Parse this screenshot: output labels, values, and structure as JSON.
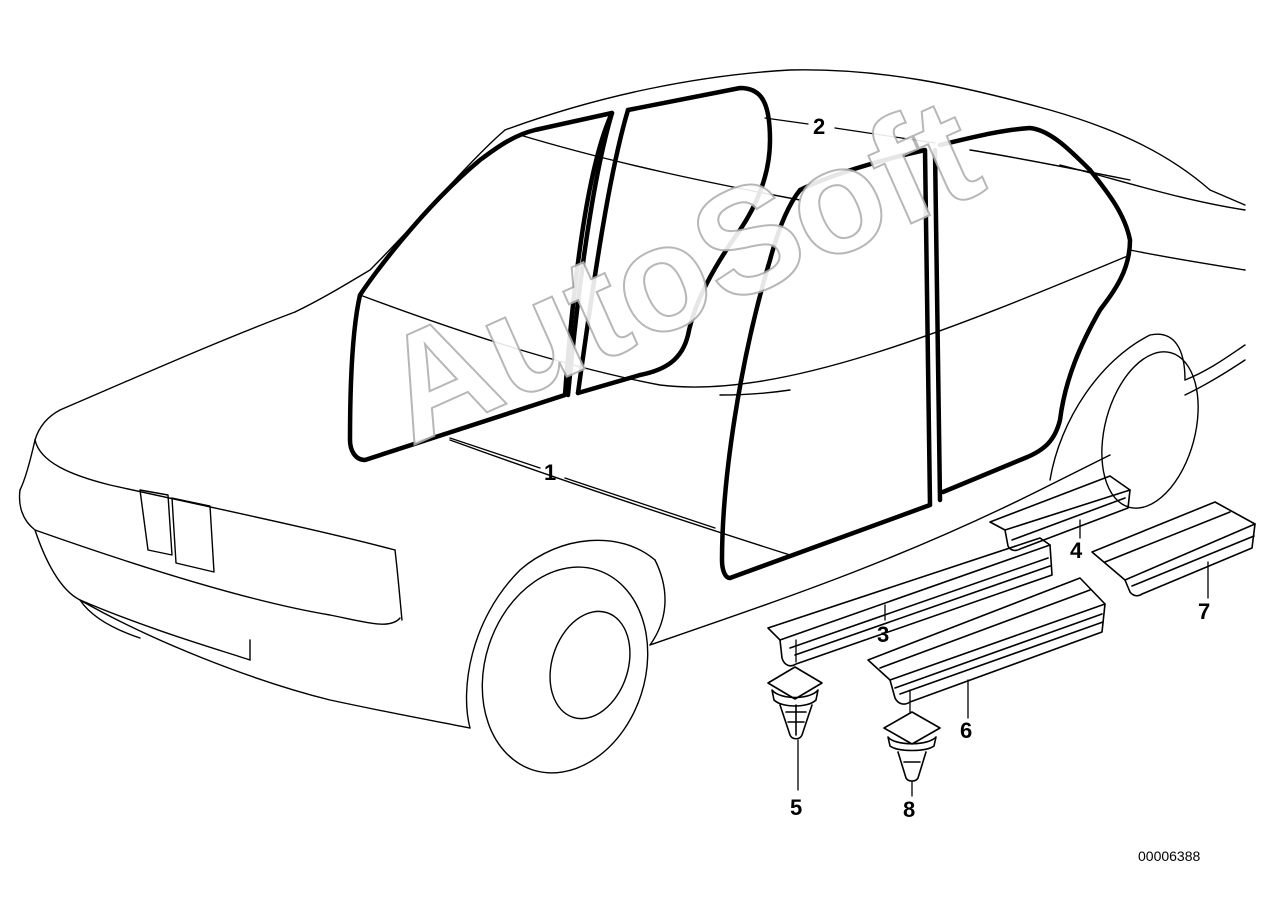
{
  "callouts": {
    "c1": "1",
    "c2": "2",
    "c3": "3",
    "c4": "4",
    "c5": "5",
    "c6": "6",
    "c7": "7",
    "c8": "8"
  },
  "watermark": "AutoSoft",
  "drawing_id": "00006388",
  "colors": {
    "line": "#000000",
    "watermark_outline": "#b0b0b0",
    "background": "#ffffff"
  }
}
